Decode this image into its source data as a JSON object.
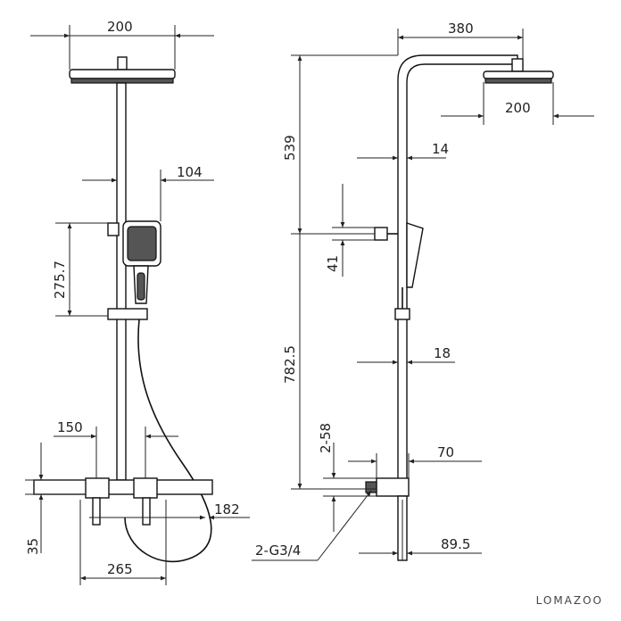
{
  "dimensions": {
    "front_head_width": "200",
    "front_handshower_offset": "104",
    "front_handshower_height": "275.7",
    "front_mixer_center": "150",
    "front_mixer_height": "35",
    "front_hose_offset": "182",
    "front_mixer_width": "265",
    "side_arm_reach": "380",
    "side_head_width": "200",
    "side_top_height": "539",
    "side_tube_upper": "14",
    "side_bracket_height": "41",
    "side_total_height": "782.5",
    "side_tube_lower": "18",
    "side_inlet_range": "2-58",
    "side_inlet_depth": "70",
    "side_thread": "2-G3/4",
    "side_base_depth": "89.5"
  },
  "brand": "LOMAZOO"
}
